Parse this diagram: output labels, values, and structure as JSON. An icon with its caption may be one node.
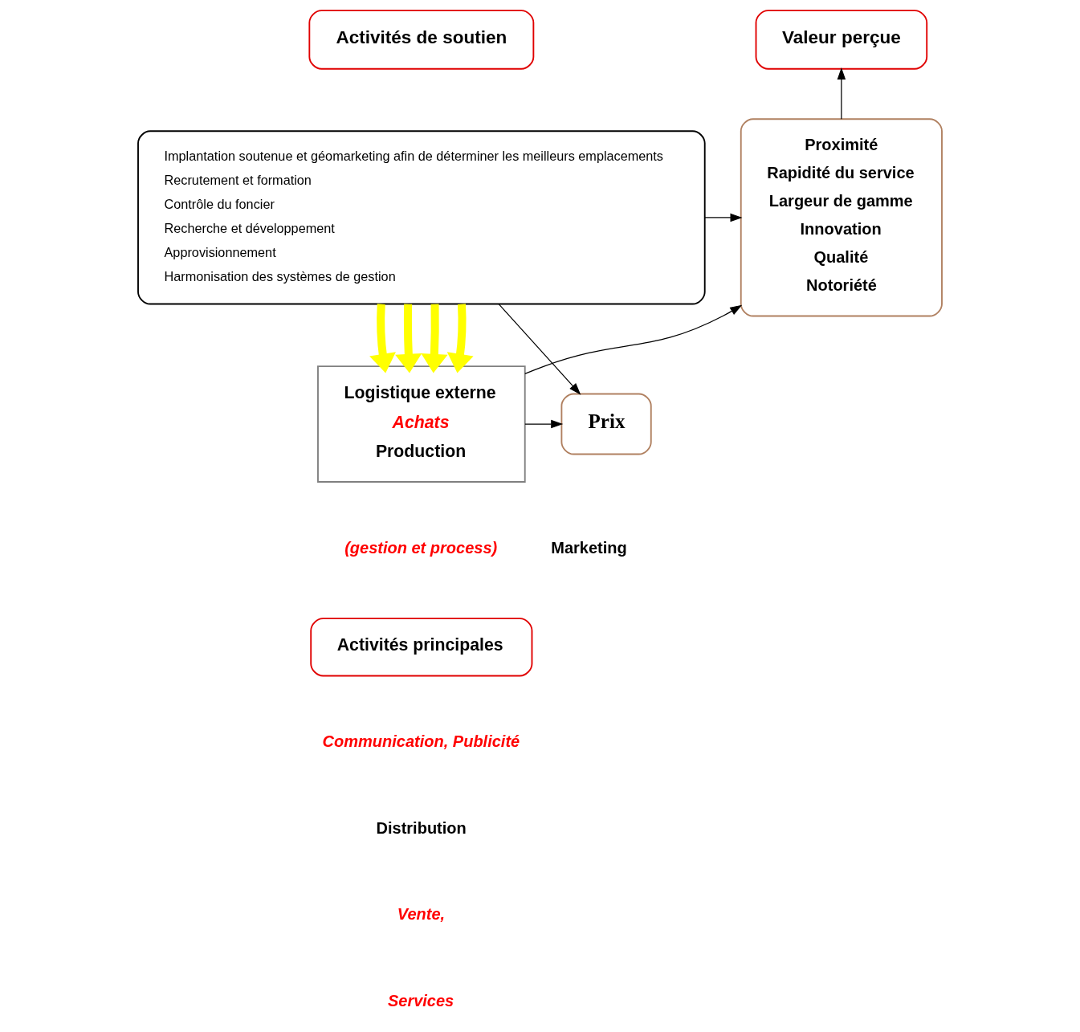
{
  "diagram": {
    "nodes": [
      {
        "text": [
          "Activités de soutien"
        ]
      },
      {
        "text": [
          "Valeur perçue"
        ]
      },
      {
        "text": [
          "Implantation soutenue et géomarketing afin de déterminer les meilleurs emplacements",
          "Recrutement et formation",
          "Contrôle du foncier",
          "Recherche et développement",
          "Approvisionnement",
          "Harmonisation des systèmes de gestion"
        ]
      },
      {
        "text": [
          "Proximité",
          "Rapidité du service",
          "Largeur de gamme",
          "Innovation",
          "Qualité",
          "Notoriété"
        ]
      },
      {
        "text": [
          "Logistique externe",
          "Achats",
          "Production"
        ]
      },
      {
        "text": [
          "Prix"
        ]
      },
      {
        "text": [
          "Activités principales"
        ]
      }
    ],
    "edges": [
      {
        "from": 3,
        "to": 1,
        "arrow": "to"
      },
      {
        "from": 2,
        "to": 3,
        "arrow": "to"
      },
      {
        "from": 2,
        "to": 5,
        "arrow": "to"
      },
      {
        "from": 4,
        "to": 3,
        "arrow": "to"
      },
      {
        "from": 4,
        "to": 5,
        "arrow": "to"
      },
      {
        "from": 2,
        "to": 4,
        "arrow": "to",
        "style": "thick",
        "color": "#ffff00"
      },
      {
        "from": 2,
        "to": 4,
        "arrow": "to",
        "style": "thick",
        "color": "#ffff00"
      },
      {
        "from": 2,
        "to": 4,
        "arrow": "to",
        "style": "thick",
        "color": "#ffff00"
      },
      {
        "from": 2,
        "to": 4,
        "arrow": "to",
        "style": "thick",
        "color": "#ffff00"
      }
    ],
    "labels": [
      "(gestion et process)",
      "Marketing",
      "Communication, Publicité",
      "Distribution",
      "Vente,",
      "Services"
    ]
  }
}
